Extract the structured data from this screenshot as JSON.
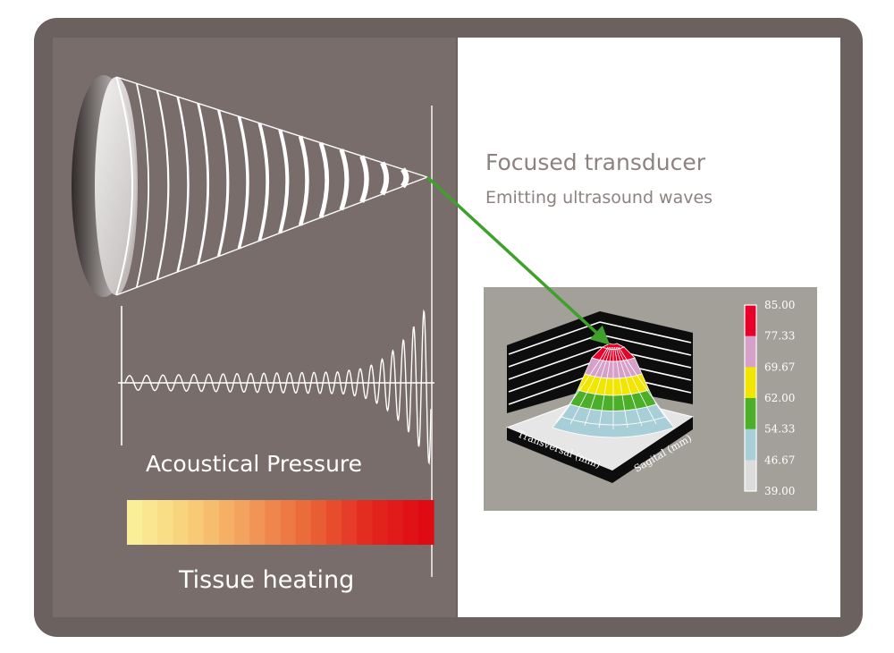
{
  "transducer": {
    "title": "Focused transducer",
    "subtitle": "Emitting ultrasound waves"
  },
  "waveform": {
    "label": "Acoustical Pressure"
  },
  "heating": {
    "label": "Tissue heating",
    "gradient_colors": [
      "#fbee98",
      "#f8cd78",
      "#f29b59",
      "#ea6638",
      "#e32a1f",
      "#df0a12"
    ]
  },
  "plot3d": {
    "xlabel": "Transversal (mm)",
    "ylabel": "Sagital (mm)",
    "colorbar": {
      "ticks": [
        "85.00",
        "77.33",
        "69.67",
        "62.00",
        "54.33",
        "46.67",
        "39.00"
      ],
      "colors": [
        "#e8002a",
        "#d6a0c8",
        "#f2e600",
        "#4caf2a",
        "#a8cfd8",
        "#dcdcdc"
      ]
    }
  },
  "colors": {
    "frame": "#6b615f",
    "left_panel": "#786d6b",
    "right_panel": "#ffffff",
    "arrow": "#3fa12c",
    "plot_bg": "#a39f99"
  }
}
